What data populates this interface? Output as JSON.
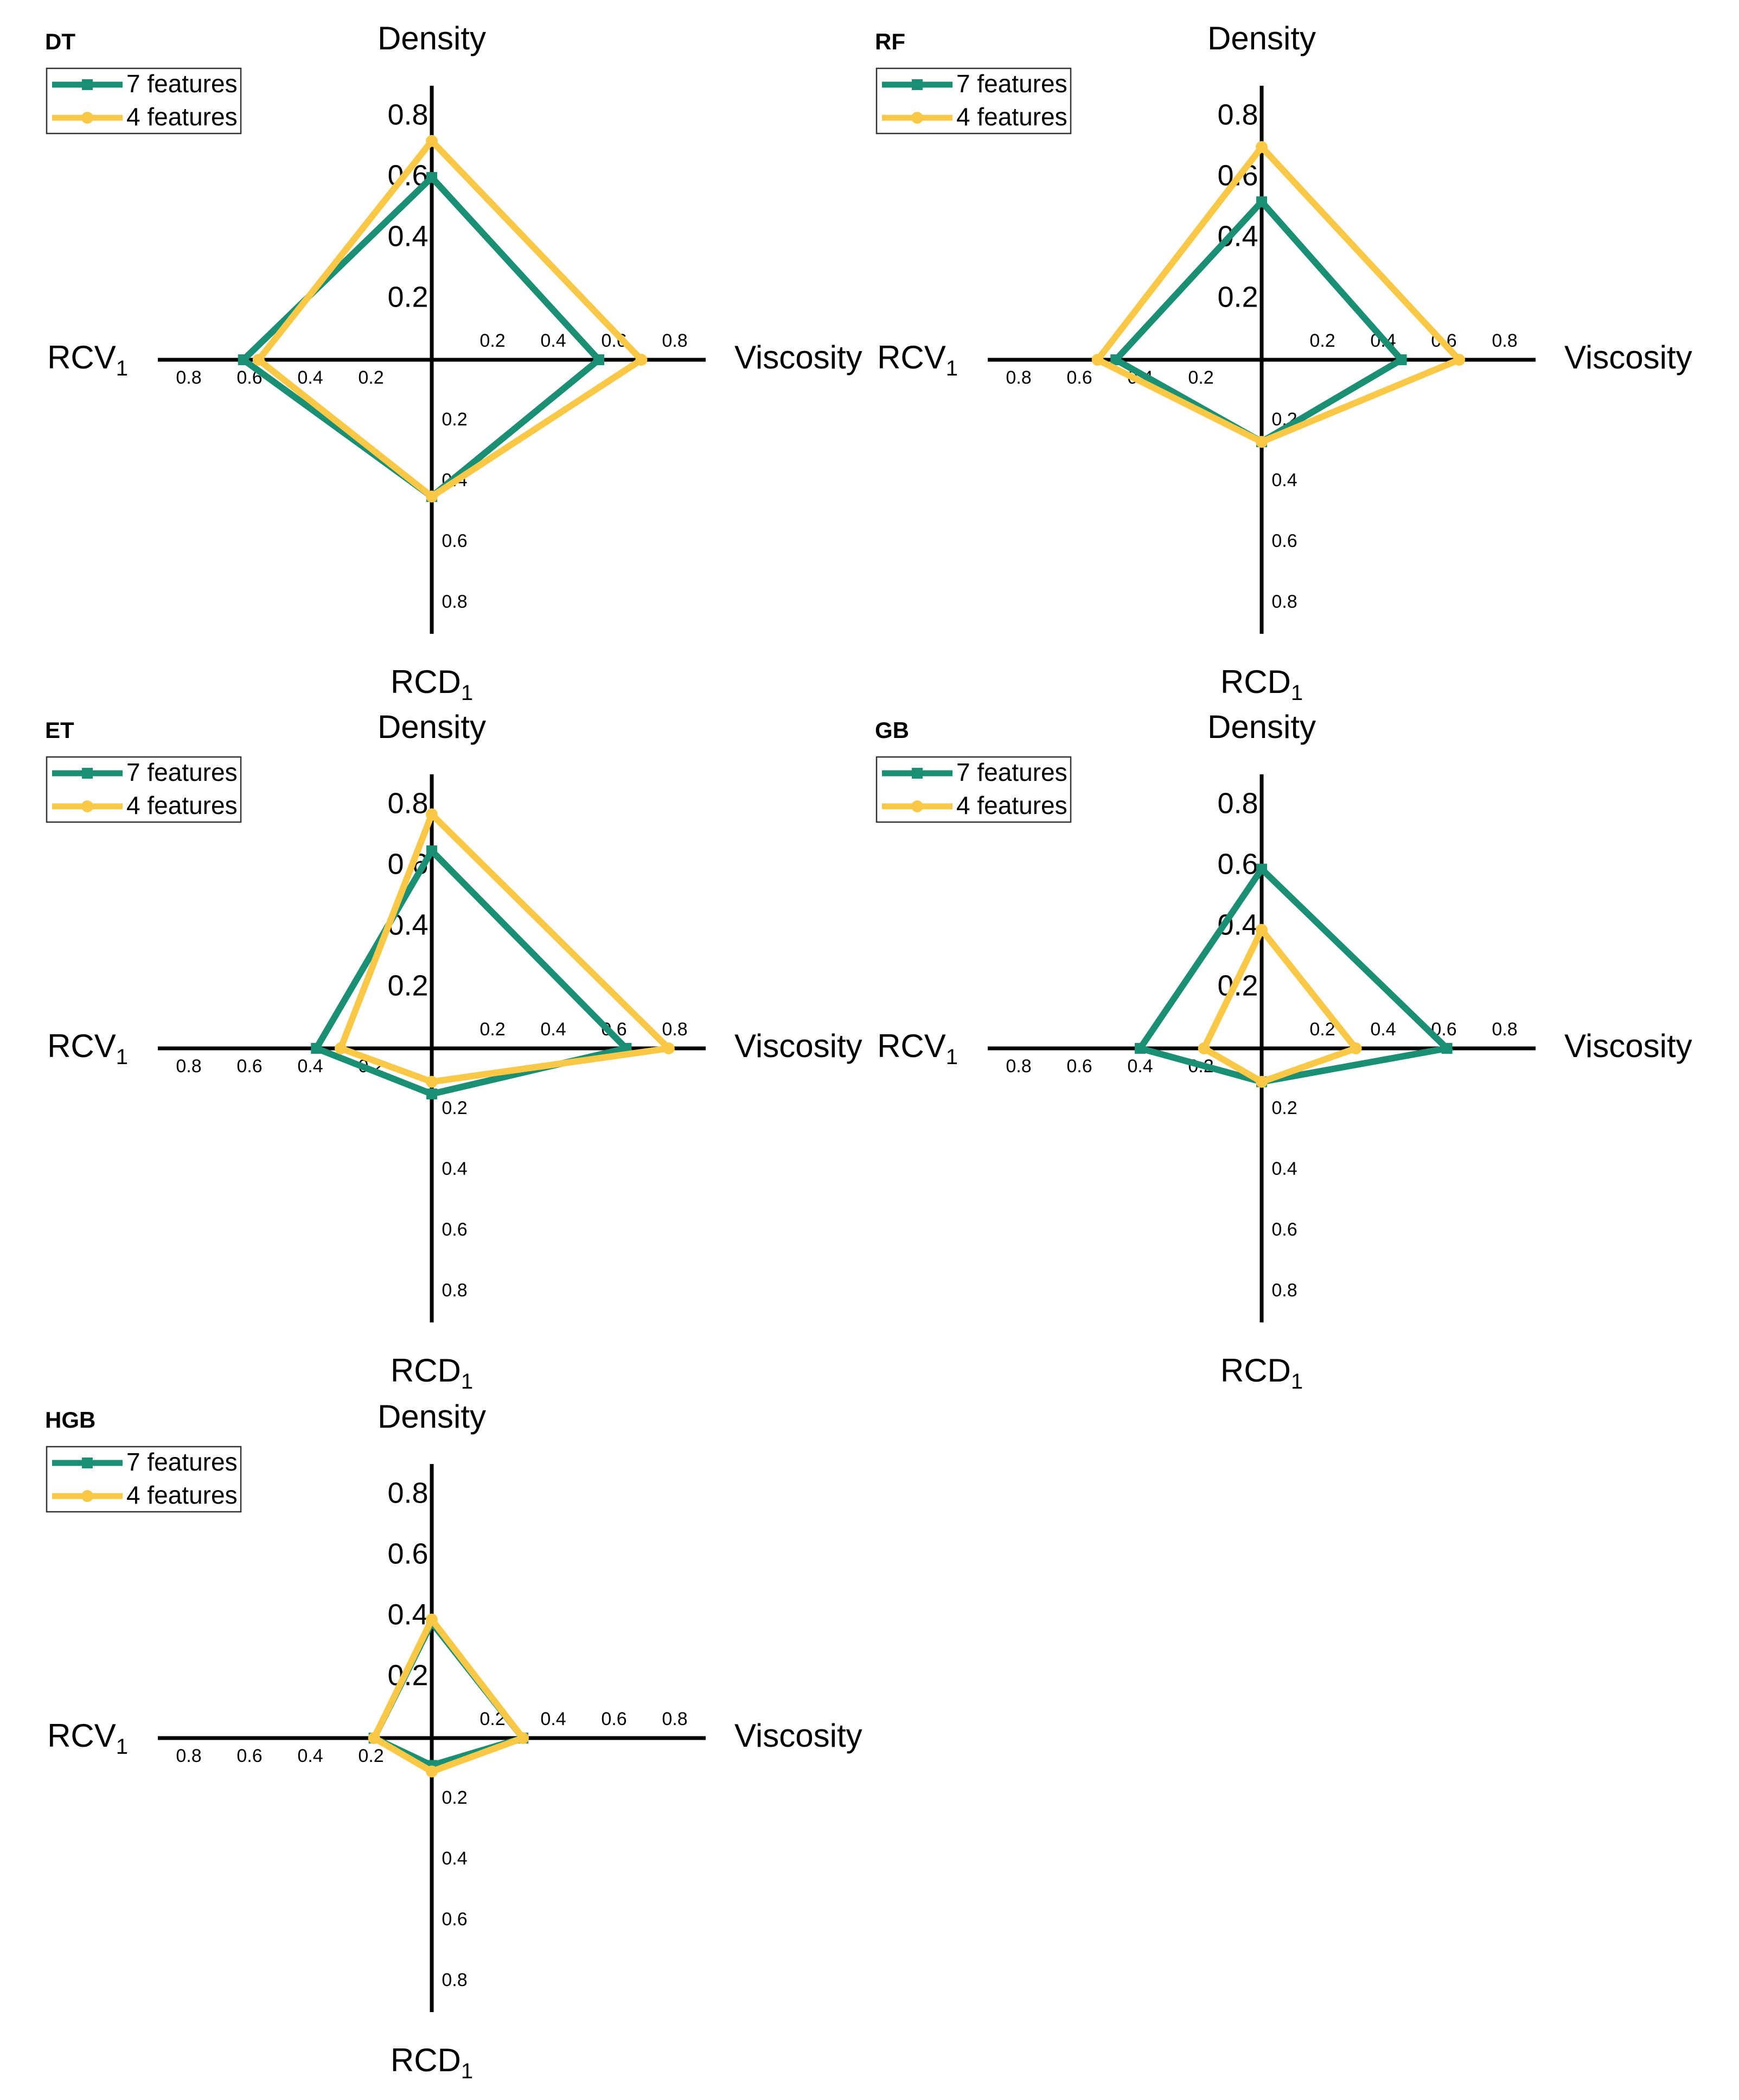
{
  "colors": {
    "seven": "#1a8f74",
    "four": "#f9c847",
    "axis": "#000000"
  },
  "chart_data": [
    {
      "type": "radar",
      "title": "DT",
      "axes": {
        "top": "Density",
        "right": "Viscosity",
        "bottom": "RCD",
        "bottom_sub": "1",
        "left": "RCV",
        "left_sub": "1"
      },
      "ticks": [
        "0.2",
        "0.4",
        "0.6",
        "0.8"
      ],
      "series": [
        {
          "name": "7 features",
          "values": {
            "density": 0.6,
            "viscosity": 0.55,
            "rcd": 0.45,
            "rcv": 0.62
          }
        },
        {
          "name": "4 features",
          "values": {
            "density": 0.72,
            "viscosity": 0.69,
            "rcd": 0.45,
            "rcv": 0.57
          }
        }
      ]
    },
    {
      "type": "radar",
      "title": "RF",
      "axes": {
        "top": "Density",
        "right": "Viscosity",
        "bottom": "RCD",
        "bottom_sub": "1",
        "left": "RCV",
        "left_sub": "1"
      },
      "ticks": [
        "0.2",
        "0.4",
        "0.6",
        "0.8"
      ],
      "series": [
        {
          "name": "7 features",
          "values": {
            "density": 0.52,
            "viscosity": 0.46,
            "rcd": 0.27,
            "rcv": 0.48
          }
        },
        {
          "name": "4 features",
          "values": {
            "density": 0.7,
            "viscosity": 0.65,
            "rcd": 0.27,
            "rcv": 0.54
          }
        }
      ]
    },
    {
      "type": "radar",
      "title": "ET",
      "axes": {
        "top": "Density",
        "right": "Viscosity",
        "bottom": "RCD",
        "bottom_sub": "1",
        "left": "RCV",
        "left_sub": "1"
      },
      "ticks": [
        "0.2",
        "0.4",
        "0.6",
        "0.8"
      ],
      "series": [
        {
          "name": "7 features",
          "values": {
            "density": 0.65,
            "viscosity": 0.64,
            "rcd": 0.15,
            "rcv": 0.38
          }
        },
        {
          "name": "4 features",
          "values": {
            "density": 0.77,
            "viscosity": 0.78,
            "rcd": 0.11,
            "rcv": 0.3
          }
        }
      ]
    },
    {
      "type": "radar",
      "title": "GB",
      "axes": {
        "top": "Density",
        "right": "Viscosity",
        "bottom": "RCD",
        "bottom_sub": "1",
        "left": "RCV",
        "left_sub": "1"
      },
      "ticks": [
        "0.2",
        "0.4",
        "0.6",
        "0.8"
      ],
      "series": [
        {
          "name": "7 features",
          "values": {
            "density": 0.59,
            "viscosity": 0.61,
            "rcd": 0.11,
            "rcv": 0.4
          }
        },
        {
          "name": "4 features",
          "values": {
            "density": 0.39,
            "viscosity": 0.31,
            "rcd": 0.11,
            "rcv": 0.19
          }
        }
      ]
    },
    {
      "type": "radar",
      "title": "HGB",
      "axes": {
        "top": "Density",
        "right": "Viscosity",
        "bottom": "RCD",
        "bottom_sub": "1",
        "left": "RCV",
        "left_sub": "1"
      },
      "ticks": [
        "0.2",
        "0.4",
        "0.6",
        "0.8"
      ],
      "series": [
        {
          "name": "7 features",
          "values": {
            "density": 0.38,
            "viscosity": 0.3,
            "rcd": 0.09,
            "rcv": 0.19
          }
        },
        {
          "name": "4 features",
          "values": {
            "density": 0.39,
            "viscosity": 0.3,
            "rcd": 0.11,
            "rcv": 0.19
          }
        }
      ]
    }
  ]
}
